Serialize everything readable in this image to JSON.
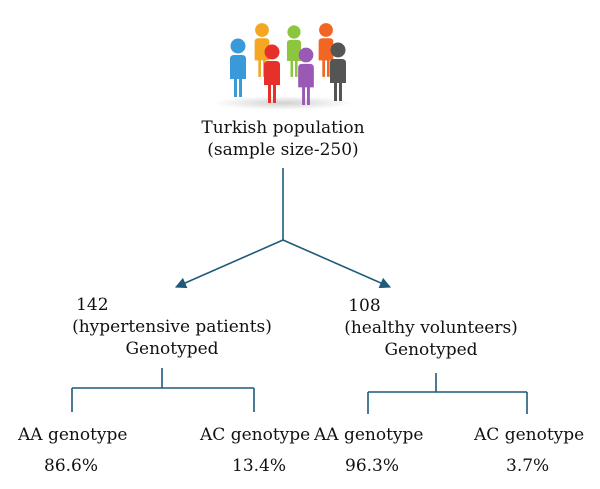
{
  "icons": {
    "population": "crowd-of-people-icon"
  },
  "colors": {
    "connector": "#1f5a7a",
    "people": [
      "#3a9ad9",
      "#f5a623",
      "#8cc63f",
      "#f26522",
      "#3a9ad9",
      "#e8302b",
      "#9b59b6",
      "#555555"
    ]
  },
  "root": {
    "line1": "Turkish population",
    "line2": "(sample size-250)"
  },
  "groups": [
    {
      "count": "142",
      "label": "(hypertensive patients)",
      "status": "Genotyped",
      "genotypes": [
        {
          "name": "AA genotype",
          "percent": "86.6%"
        },
        {
          "name": "AC genotype",
          "percent": "13.4%"
        }
      ]
    },
    {
      "count": "108",
      "label": "(healthy volunteers)",
      "status": "Genotyped",
      "genotypes": [
        {
          "name": "AA genotype",
          "percent": "96.3%"
        },
        {
          "name": "AC genotype",
          "percent": "3.7%"
        }
      ]
    }
  ]
}
